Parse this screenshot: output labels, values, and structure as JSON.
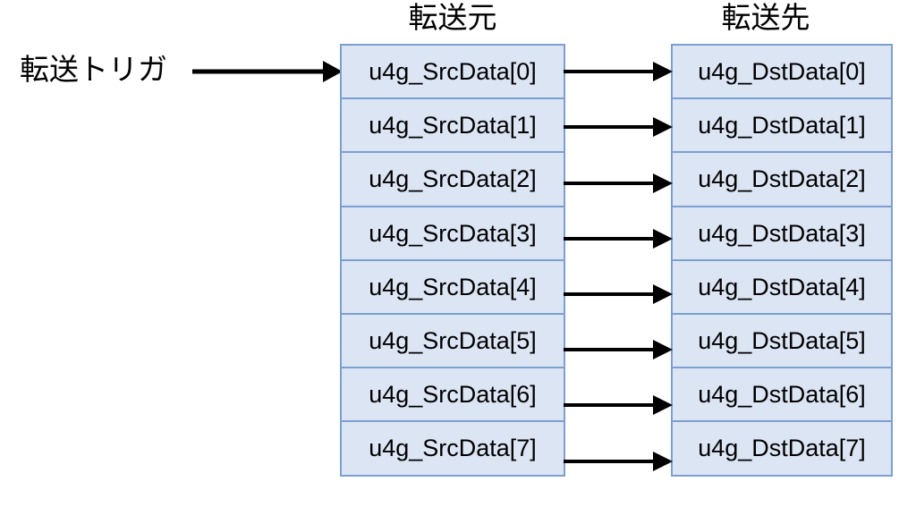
{
  "diagram": {
    "title_left": "転送元",
    "title_right": "転送先",
    "trigger_label": "転送トリガ",
    "colors": {
      "cell_fill": "#dce5f4",
      "cell_border": "#7d9fd0",
      "arrow": "#000000",
      "text": "#000000",
      "background": "#ffffff"
    },
    "source_cells": [
      {
        "label": "u4g_SrcData[0]"
      },
      {
        "label": "u4g_SrcData[1]"
      },
      {
        "label": "u4g_SrcData[2]"
      },
      {
        "label": "u4g_SrcData[3]"
      },
      {
        "label": "u4g_SrcData[4]"
      },
      {
        "label": "u4g_SrcData[5]"
      },
      {
        "label": "u4g_SrcData[6]"
      },
      {
        "label": "u4g_SrcData[7]"
      }
    ],
    "dest_cells": [
      {
        "label": "u4g_DstData[0]"
      },
      {
        "label": "u4g_DstData[1]"
      },
      {
        "label": "u4g_DstData[2]"
      },
      {
        "label": "u4g_DstData[3]"
      },
      {
        "label": "u4g_DstData[4]"
      },
      {
        "label": "u4g_DstData[5]"
      },
      {
        "label": "u4g_DstData[6]"
      },
      {
        "label": "u4g_DstData[7]"
      }
    ],
    "arrows": {
      "trigger": {
        "icon": "right-arrow-icon"
      },
      "transfer": {
        "icon": "right-arrow-icon",
        "count": 8
      }
    }
  }
}
